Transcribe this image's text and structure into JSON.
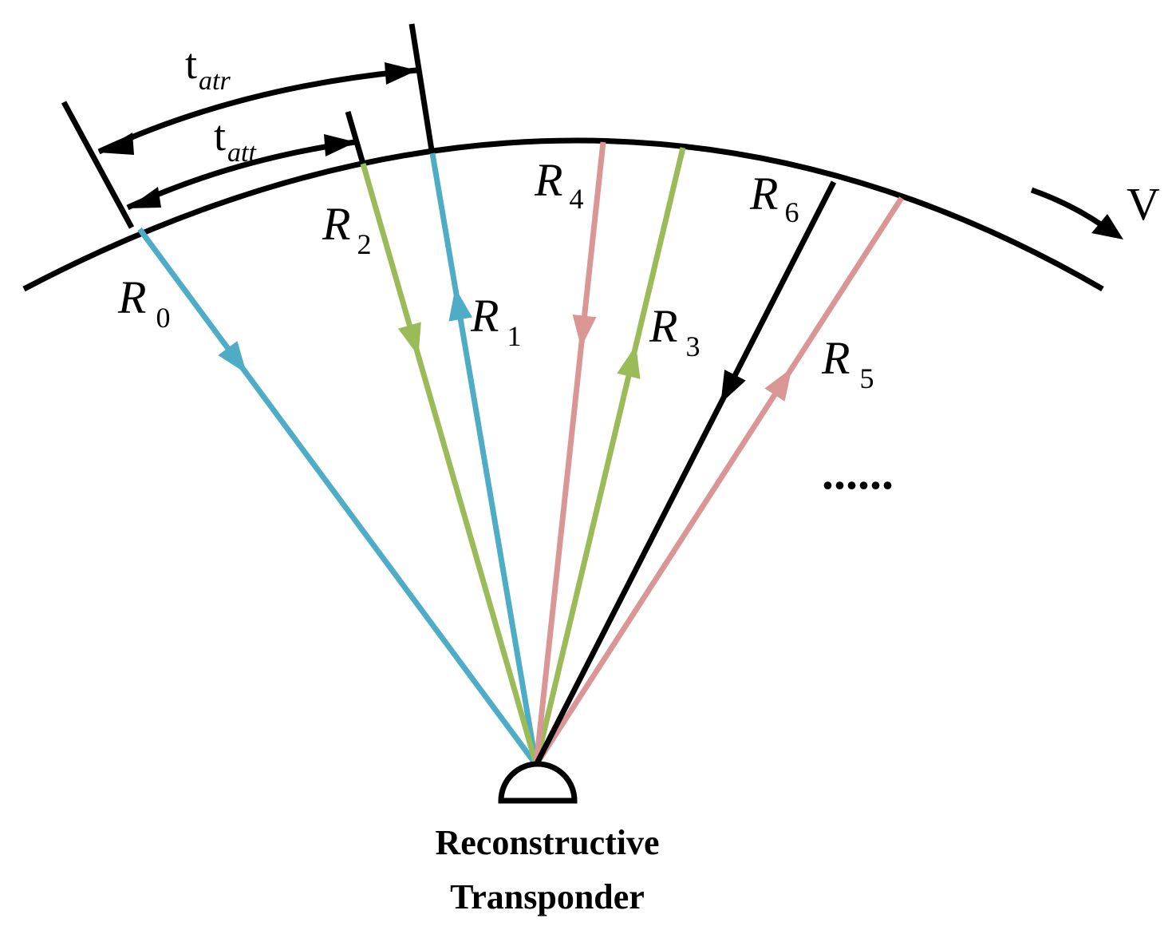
{
  "colors": {
    "blue": "#4eacc6",
    "green": "#9bbb59",
    "pink": "#d99694",
    "black": "#000000"
  },
  "signals": [
    {
      "name": "R",
      "sub": "0",
      "color": "#4eacc6",
      "direction": "down"
    },
    {
      "name": "R",
      "sub": "1",
      "color": "#4eacc6",
      "direction": "up"
    },
    {
      "name": "R",
      "sub": "2",
      "color": "#9bbb59",
      "direction": "down"
    },
    {
      "name": "R",
      "sub": "3",
      "color": "#9bbb59",
      "direction": "up"
    },
    {
      "name": "R",
      "sub": "4",
      "color": "#d99694",
      "direction": "down"
    },
    {
      "name": "R",
      "sub": "5",
      "color": "#d99694",
      "direction": "up"
    },
    {
      "name": "R",
      "sub": "6",
      "color": "#000000",
      "direction": "down"
    }
  ],
  "intervals": {
    "atr": {
      "main": "t",
      "sub": "atr"
    },
    "att": {
      "main": "t",
      "sub": "att"
    }
  },
  "velocity_label": "V",
  "continuation": "......",
  "transponder": {
    "line1": "Reconstructive",
    "line2": "Transponder"
  }
}
